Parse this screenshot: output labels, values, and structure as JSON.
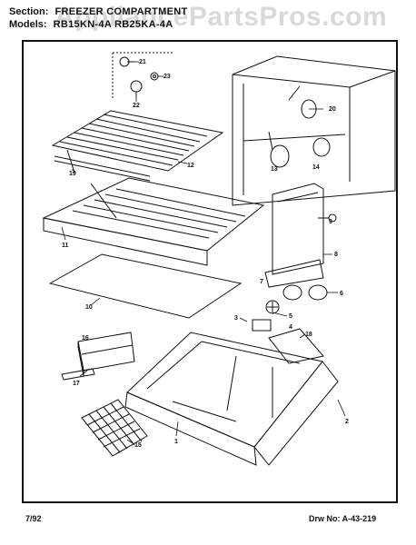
{
  "watermark": "AppliancePartsPros.com",
  "header": {
    "section_label": "Section:",
    "section_value": "FREEZER COMPARTMENT",
    "models_label": "Models:",
    "models_value": "RB15KN-4A   RB25KA-4A"
  },
  "callouts": [
    "21",
    "23",
    "22",
    "19",
    "12",
    "20",
    "13",
    "14",
    "11",
    "9",
    "8",
    "10",
    "7",
    "6",
    "5",
    "3",
    "4",
    "16",
    "18",
    "17",
    "2",
    "1",
    "15"
  ],
  "footer": {
    "date": "7/92",
    "drawing_number": "Drw No: A-43-219"
  }
}
